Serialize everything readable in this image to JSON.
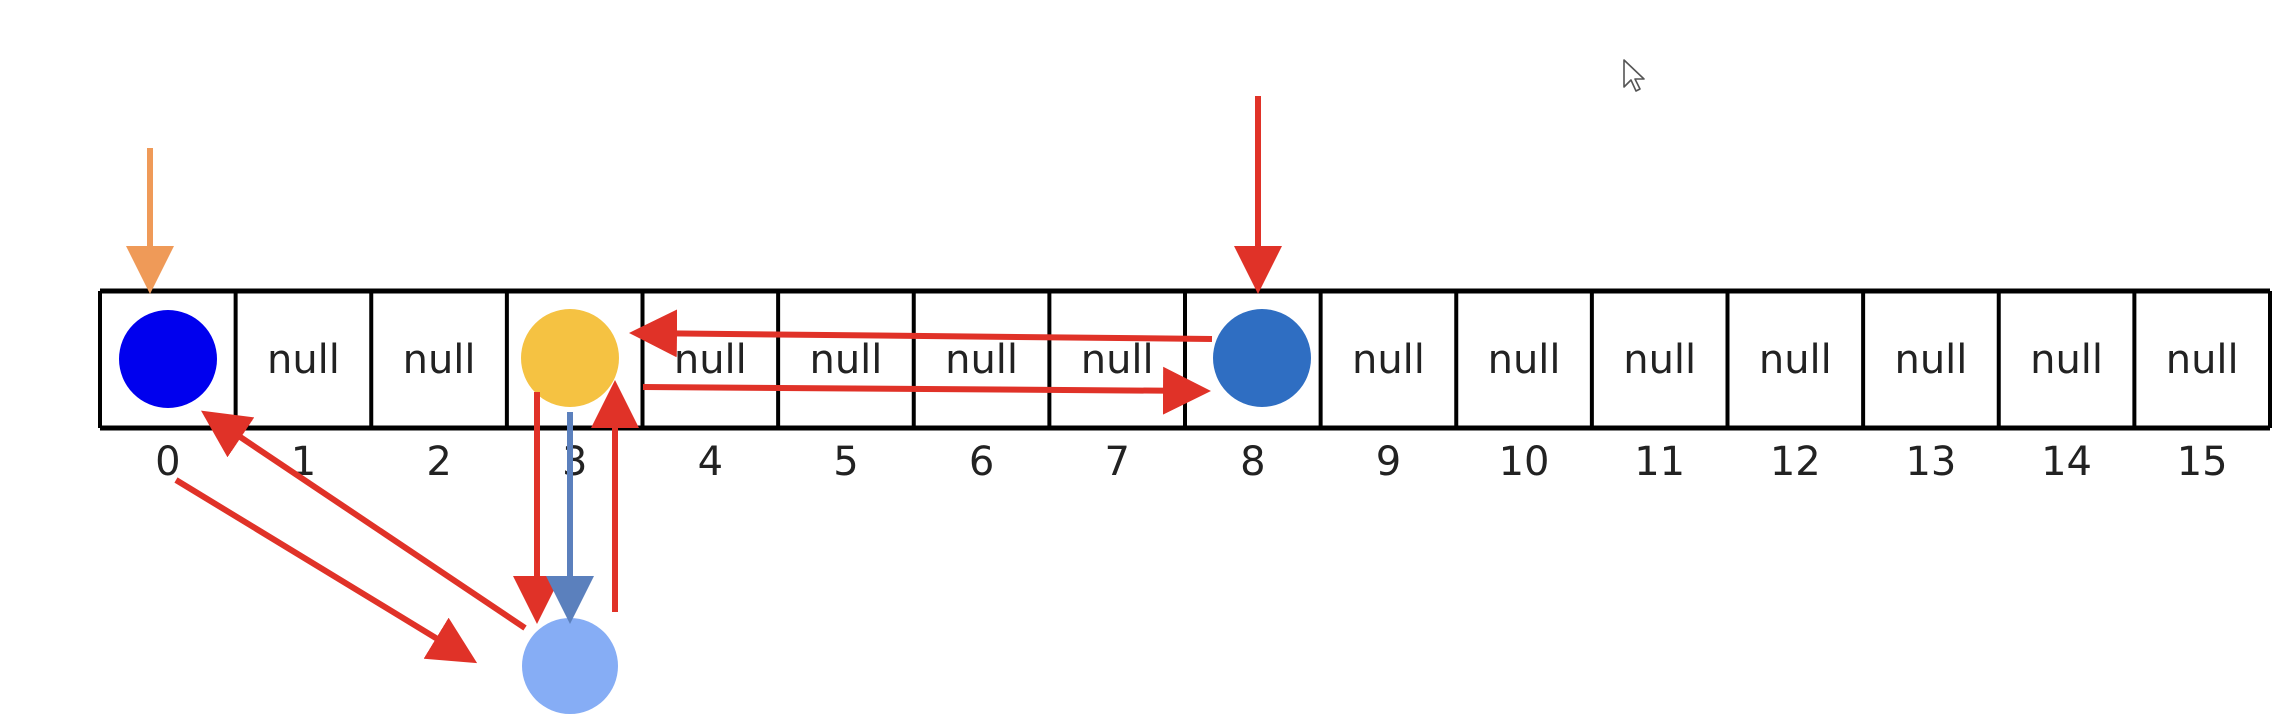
{
  "array": {
    "cells": [
      {
        "index": "0",
        "content": "",
        "node": "node-blue"
      },
      {
        "index": "1",
        "content": "null",
        "node": ""
      },
      {
        "index": "2",
        "content": "null",
        "node": ""
      },
      {
        "index": "3",
        "content": "",
        "node": "node-yellow"
      },
      {
        "index": "4",
        "content": "null",
        "node": ""
      },
      {
        "index": "5",
        "content": "null",
        "node": ""
      },
      {
        "index": "6",
        "content": "null",
        "node": ""
      },
      {
        "index": "7",
        "content": "null",
        "node": ""
      },
      {
        "index": "8",
        "content": "",
        "node": "node-steel-blue"
      },
      {
        "index": "9",
        "content": "null",
        "node": ""
      },
      {
        "index": "10",
        "content": "null",
        "node": ""
      },
      {
        "index": "11",
        "content": "null",
        "node": ""
      },
      {
        "index": "12",
        "content": "null",
        "node": ""
      },
      {
        "index": "13",
        "content": "null",
        "node": ""
      },
      {
        "index": "14",
        "content": "null",
        "node": ""
      },
      {
        "index": "15",
        "content": "null",
        "node": ""
      }
    ]
  },
  "colors": {
    "grid": "#000000",
    "red_arrow": "#e03228",
    "orange_arrow": "#ef9a58",
    "blue_arrow": "#5b80bd",
    "node_blue": "#0000ee",
    "node_yellow": "#f5c242",
    "node_steel_blue": "#2f6ec2",
    "node_light_blue": "#86adf5",
    "cursor": "#ffffff"
  },
  "icons": {
    "cursor": "mouse-pointer-icon"
  }
}
